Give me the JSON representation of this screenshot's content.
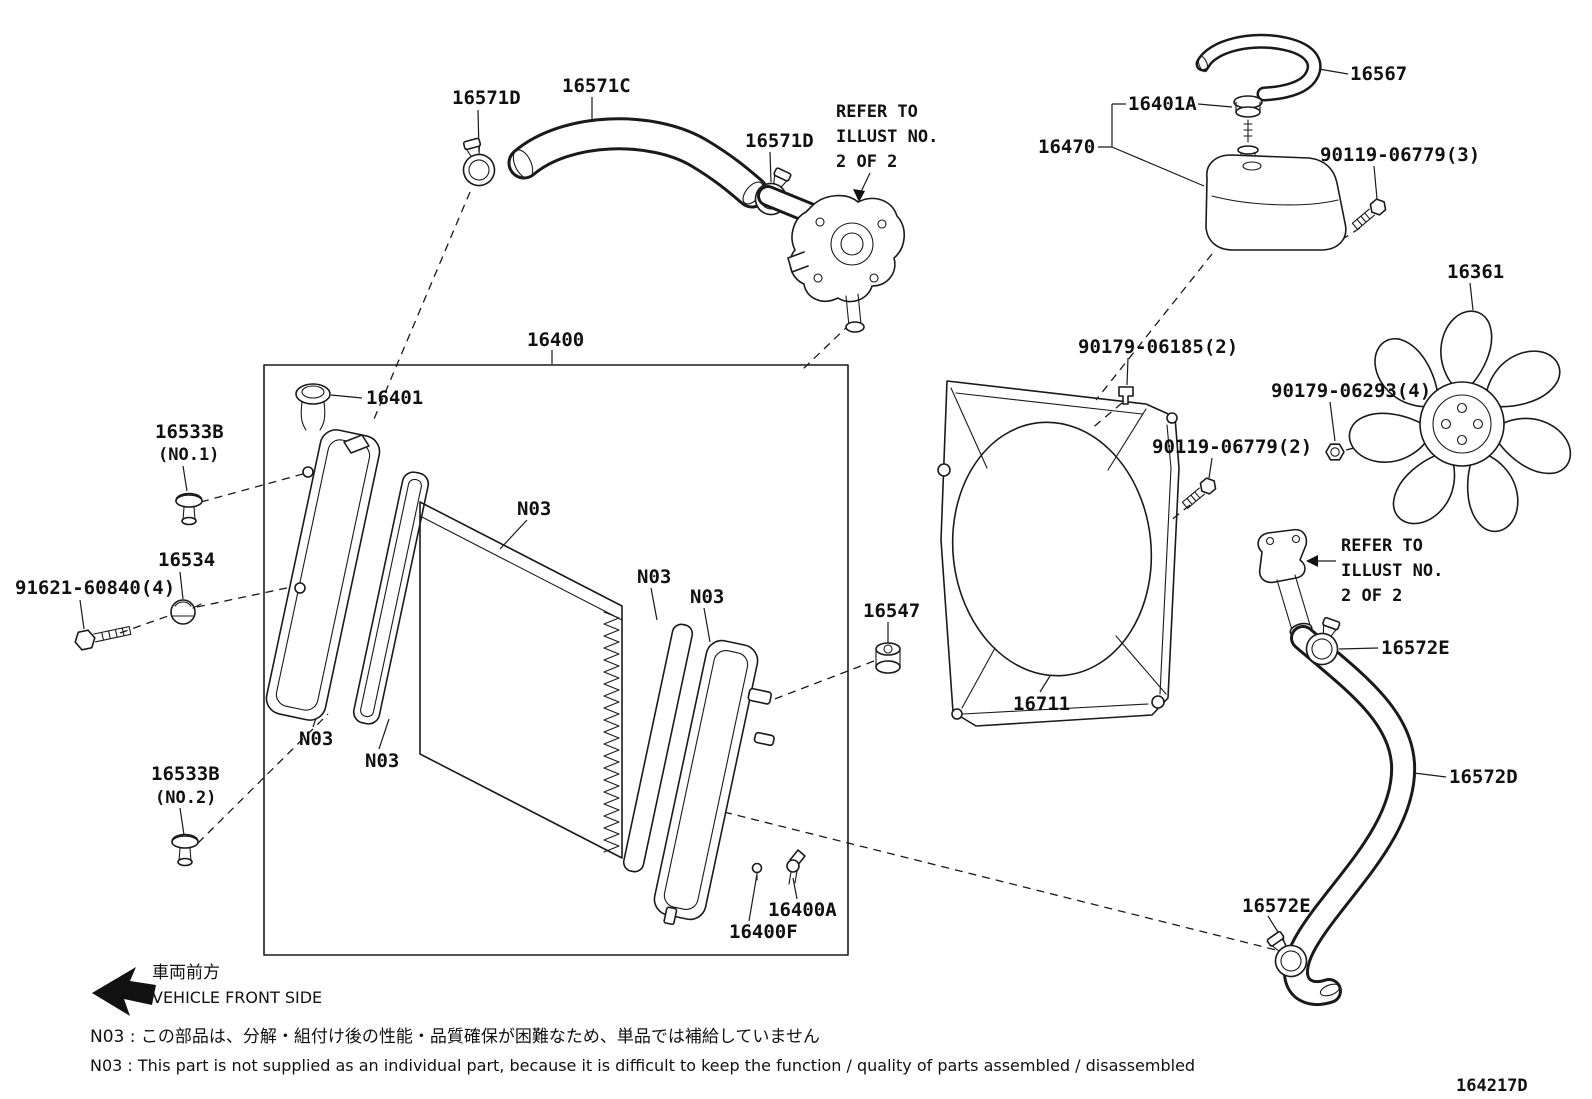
{
  "meta": {
    "code": "164217D"
  },
  "notes": {
    "front_jp": "車両前方",
    "front_en": "VEHICLE FRONT SIDE",
    "n03_jp": "N03 : この部品は、分解・組付け後の性能・品質確保が困難なため、単品では補給していません",
    "n03_en": "N03 : This part is not supplied as an individual part, because it is difficult to keep the function / quality of parts assembled / disassembled",
    "refer_1": "REFER TO",
    "refer_2": "ILLUST NO.",
    "refer_3": "2 OF 2"
  },
  "labels": {
    "p16571d": "16571D",
    "p16571c": "16571C",
    "p16567": "16567",
    "p16401a": "16401A",
    "p16470": "16470",
    "p90119_06779_3": "90119-06779(3)",
    "p16361": "16361",
    "p16400": "16400",
    "p90179_06185_2": "90179-06185(2)",
    "p16401": "16401",
    "p90179_06293_4": "90179-06293(4)",
    "p16533b": "16533B",
    "no1": "(NO.1)",
    "p90119_06779_2": "90119-06779(2)",
    "p16534": "16534",
    "p91621_60840_4": "91621-60840(4)",
    "n03": "N03",
    "p16547": "16547",
    "p16572e": "16572E",
    "p16711": "16711",
    "no2": "(NO.2)",
    "p16572d": "16572D",
    "p16400a": "16400A",
    "p16400f": "16400F"
  }
}
